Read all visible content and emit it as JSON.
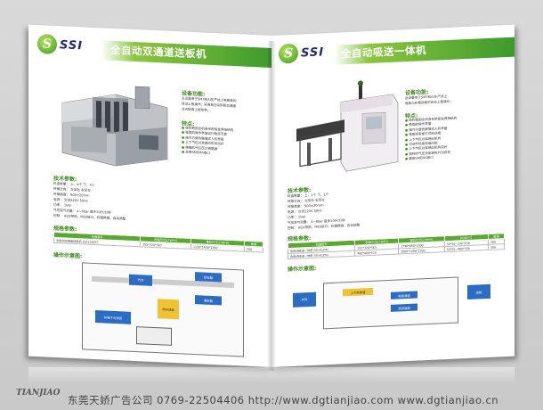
{
  "left": {
    "logo": "SSI",
    "title": "全自动双通道送板机",
    "features_head": "设备功能:",
    "features_text": [
      "主设备用于SMT和AI生产线上电路板的",
      "自动上板操作，采用真空吸附和双通道",
      "方式提高上板效率。"
    ],
    "highlights_head": "特点:",
    "highlights": [
      "结构稳固全机身采用钣金焊接结构",
      "稳固的操作界面运行稳定可靠",
      "操作方便的触摸式人机界面",
      "上下气缸对准感应机构完好",
      "精确的气缸压力调整器",
      "采用SMEMA接口"
    ],
    "spec_head": "技术参数:",
    "specs": [
      "料盒数量：     上，4个  下，4个",
      "传输方向：     左至右   右至左",
      "传输高度：     900±20mm",
      "电源：         交流220V 50Hz",
      "功率：         1kW",
      "气压及气流量：  4~6bar 最多10升/分钟",
      "控制：         AGV导航，MES接口，料箱数据，自动调整"
    ],
    "model_head": "规格参数:",
    "table_headers": [
      "机器型号",
      "料箱尺寸(L*W*H)",
      "整机尺寸(L*W*H)",
      "重量"
    ],
    "table_rows": [
      [
        "全自动双通道送板机 SSI-L200TC",
        "355*320*563",
        "1120*1400*1360",
        "300"
      ]
    ],
    "diagram_head": "操作示意图:",
    "diagram_labels": [
      "PCB",
      "空料箱",
      "满料箱",
      "供料通道",
      "料箱下仓供给"
    ]
  },
  "right": {
    "logo": "SSI",
    "title": "全自动吸送一体机",
    "features_head": "设备功能:",
    "features_text": [
      "此设备用于SMT和AI生产线上",
      "堆板与料箱送板的自动上板操作。"
    ],
    "highlights_head": "特点:",
    "highlights": [
      "结构稳固全机身采用钣金焊接结构",
      "稳固的操作界面",
      "操作方便的触摸式人机界面",
      "堆板和吸板方式双送板",
      "上下气缸对准感应机构",
      "可调节抓板吸盘间距",
      "上下气缸对准感应机构完好",
      "独特的气压设定避免PCB损伤",
      "兼容SMEMA接口"
    ],
    "spec_head": "技术参数:",
    "specs": [
      "料盒数量：     上，1个  下，1个",
      "传输方向：     左至右   右至左",
      "传输高度：     900±20mm",
      "电源：         交流220V 50Hz",
      "功率：         1kW",
      "气压及气流量：  4~6bar 最多10升/分钟",
      "控制：         AGV导航，MES接口，料箱数据，自动调整"
    ],
    "model_head": "规格参数:",
    "table_headers": [
      "机器型号",
      "料箱尺寸(L*W*H)",
      "整机尺寸(L*W*H)",
      "PCB尺寸",
      "重量"
    ],
    "table_rows": [
      [
        "全自动吸送一体机 SSI-XL200",
        "355*320*563",
        "1790*860*1500",
        "50*50~330*250",
        "300"
      ],
      [
        "全自动吸送一体机 SSI-XL250",
        "460*400*570",
        "2060*1000*1500",
        "50*50~460*350",
        "300"
      ]
    ],
    "diagram_head": "操作示意图:",
    "diagram_labels": [
      "PCB",
      "上下料装置",
      "吸板通道",
      "流送通道",
      "送板"
    ]
  },
  "footer": {
    "brand": "TIANJIAO",
    "text": "东莞天娇广告公司    0769-22504406    http://www.dgtianjiao.com    www.dgtianjiao.cn"
  }
}
